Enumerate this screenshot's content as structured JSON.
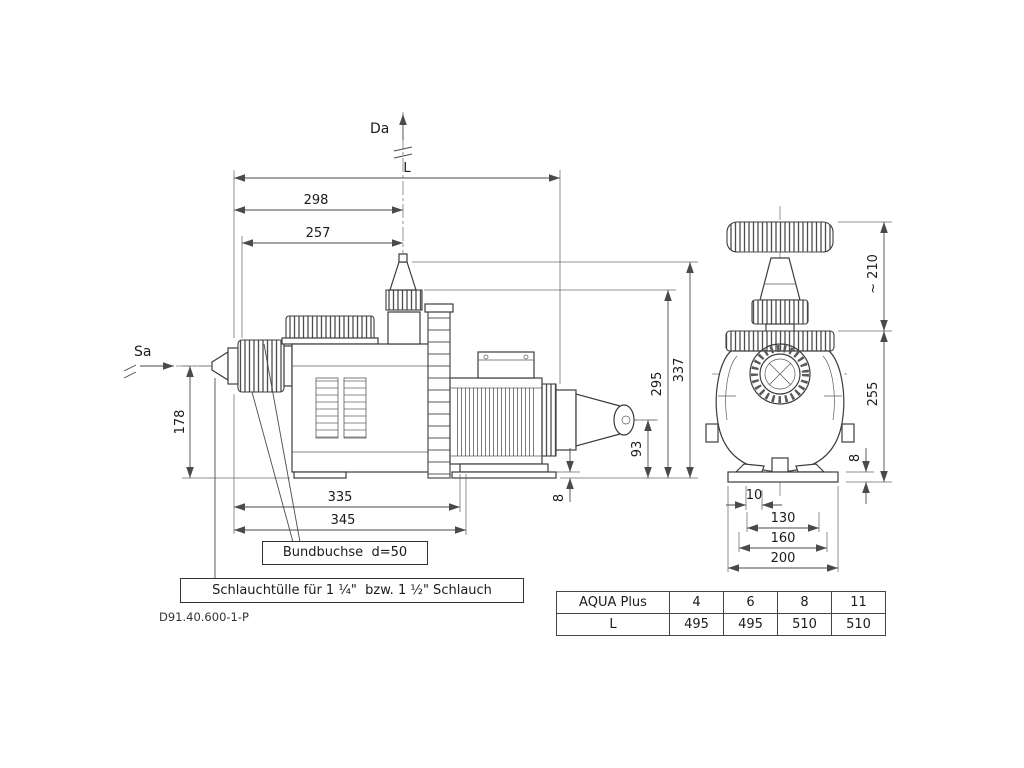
{
  "labels": {
    "da": "Da",
    "sa": "Sa",
    "length": "L",
    "drawing_number": "D91.40.600-1-P"
  },
  "callouts": {
    "bundbuchse": "Bundbuchse  d=50",
    "schlauch": "Schlauchtülle für 1 ¼\"  bzw. 1 ½\" Schlauch"
  },
  "dims_side": {
    "d298": "298",
    "d257": "257",
    "d178": "178",
    "d295": "295",
    "d337": "337",
    "d93": "93",
    "d8": "8",
    "d335": "335",
    "d345": "345"
  },
  "dims_front": {
    "d210": "~ 210",
    "d255": "255",
    "d8": "8",
    "d10": "10",
    "d130": "130",
    "d160": "160",
    "d200": "200"
  },
  "table": {
    "rows": [
      [
        "AQUA Plus",
        "4",
        "6",
        "8",
        "11"
      ],
      [
        "L",
        "495",
        "495",
        "510",
        "510"
      ]
    ]
  }
}
